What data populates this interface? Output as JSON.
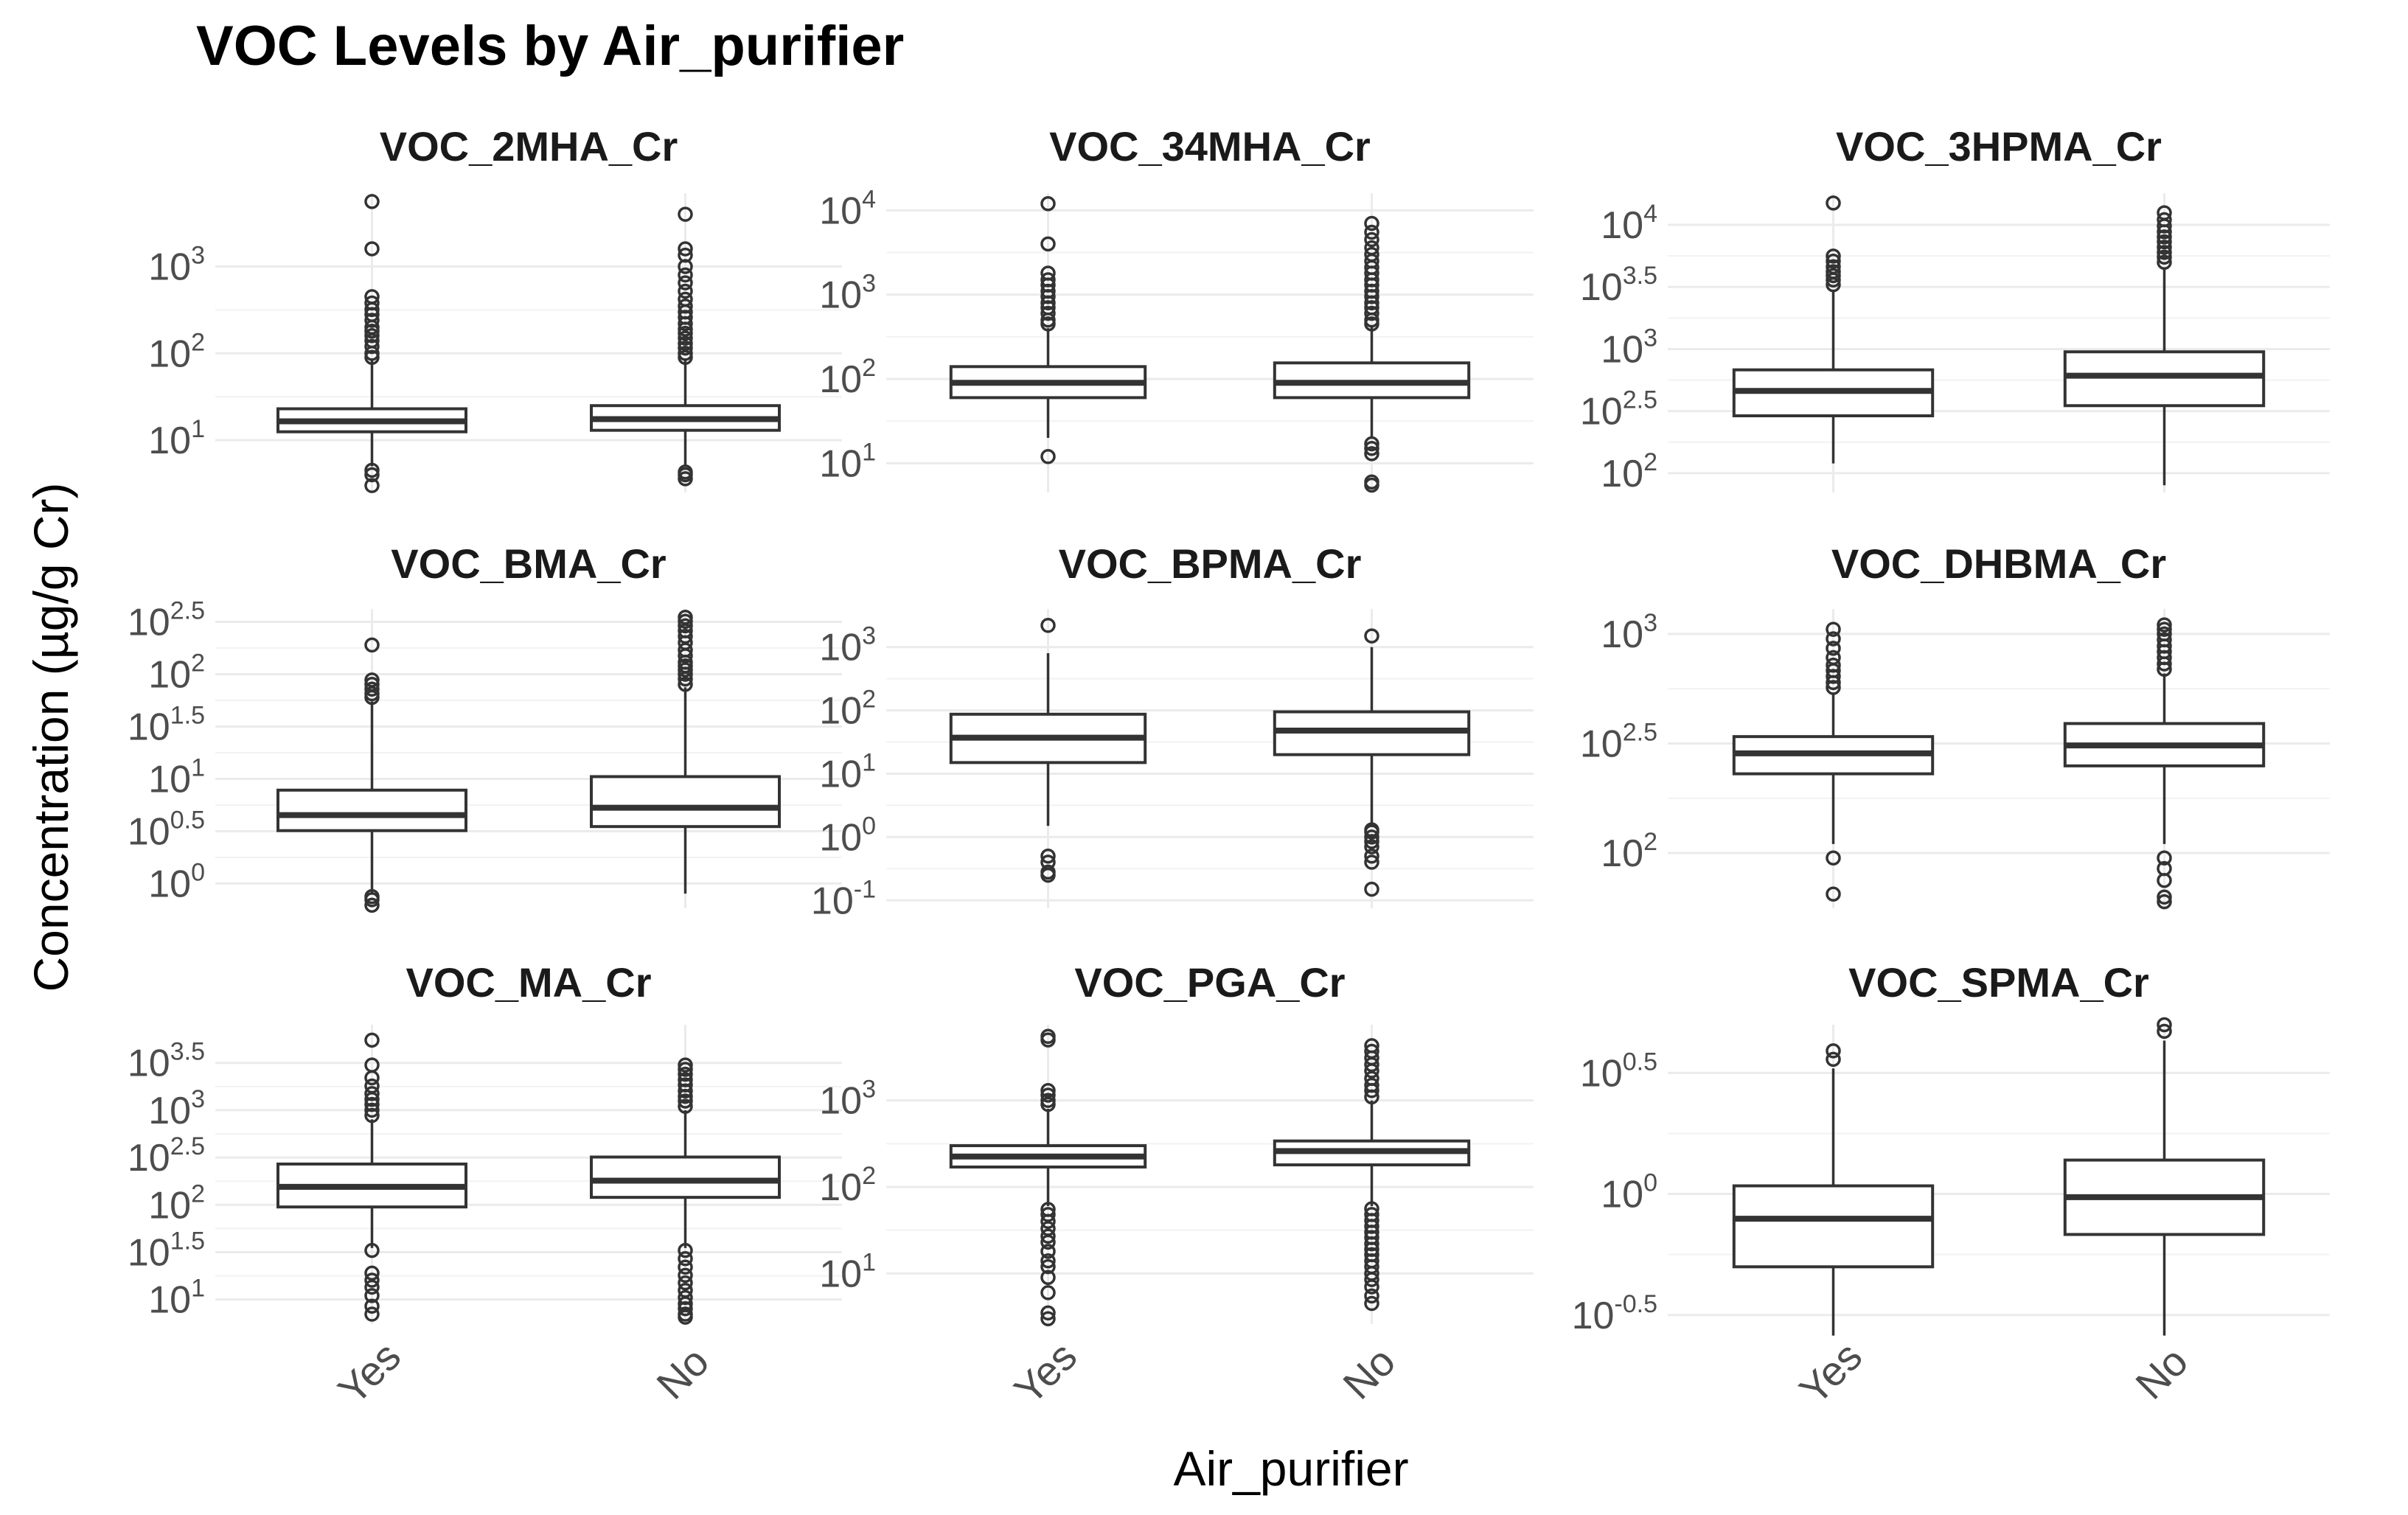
{
  "title": "VOC Levels by Air_purifier",
  "xlabel": "Air_purifier",
  "ylabel": "Concentration (µg/g Cr)",
  "chart_data": [
    {
      "type": "box",
      "facet": "VOC_2MHA_Cr",
      "yscale": "log10",
      "ylim": [
        2.5,
        7000
      ],
      "yticks": [
        {
          "base": "10",
          "exp": "1",
          "value": 10
        },
        {
          "base": "10",
          "exp": "2",
          "value": 100
        },
        {
          "base": "10",
          "exp": "3",
          "value": 1000
        }
      ],
      "categories": [
        "Yes",
        "No"
      ],
      "boxes": [
        {
          "category": "Yes",
          "min": 5,
          "q1": 12.5,
          "median": 16.5,
          "q3": 23,
          "max": 85,
          "outliers": [
            3,
            4,
            4.5,
            90,
            100,
            120,
            140,
            160,
            180,
            200,
            240,
            280,
            320,
            380,
            450,
            1600,
            5600
          ]
        },
        {
          "category": "No",
          "min": 5,
          "q1": 13,
          "median": 17.5,
          "q3": 25,
          "max": 85,
          "outliers": [
            3.6,
            4,
            4.3,
            90,
            100,
            115,
            130,
            150,
            170,
            190,
            220,
            260,
            300,
            350,
            420,
            520,
            650,
            800,
            1000,
            1350,
            1600,
            4000
          ]
        }
      ]
    },
    {
      "type": "box",
      "facet": "VOC_34MHA_Cr",
      "yscale": "log10",
      "ylim": [
        4.5,
        16000
      ],
      "yticks": [
        {
          "base": "10",
          "exp": "1",
          "value": 10
        },
        {
          "base": "10",
          "exp": "2",
          "value": 100
        },
        {
          "base": "10",
          "exp": "3",
          "value": 1000
        },
        {
          "base": "10",
          "exp": "4",
          "value": 10000
        }
      ],
      "categories": [
        "Yes",
        "No"
      ],
      "boxes": [
        {
          "category": "Yes",
          "min": 20,
          "q1": 60,
          "median": 90,
          "q3": 140,
          "max": 400,
          "outliers": [
            12,
            450,
            500,
            600,
            700,
            800,
            950,
            1100,
            1300,
            1500,
            1800,
            4000,
            12000
          ]
        },
        {
          "category": "No",
          "min": 20,
          "q1": 60,
          "median": 90,
          "q3": 155,
          "max": 420,
          "outliers": [
            5.5,
            6,
            13,
            15,
            17,
            450,
            500,
            600,
            700,
            800,
            950,
            1100,
            1300,
            1500,
            1800,
            2100,
            2500,
            3000,
            3600,
            4500,
            5500,
            7000
          ]
        }
      ]
    },
    {
      "type": "box",
      "facet": "VOC_3HPMA_Cr",
      "yscale": "log10",
      "ylim": [
        70,
        18000
      ],
      "yticks": [
        {
          "base": "10",
          "exp": "2",
          "value": 100
        },
        {
          "base": "10",
          "exp": "2.5",
          "value": 316.23
        },
        {
          "base": "10",
          "exp": "3",
          "value": 1000
        },
        {
          "base": "10",
          "exp": "3.5",
          "value": 3162.28
        },
        {
          "base": "10",
          "exp": "4",
          "value": 10000
        }
      ],
      "categories": [
        "Yes",
        "No"
      ],
      "boxes": [
        {
          "category": "Yes",
          "min": 120,
          "q1": 290,
          "median": 460,
          "q3": 680,
          "max": 3000,
          "outliers": [
            3300,
            3600,
            3900,
            4200,
            4600,
            5100,
            5600,
            15000
          ]
        },
        {
          "category": "No",
          "min": 80,
          "q1": 350,
          "median": 610,
          "q3": 950,
          "max": 4500,
          "outliers": [
            5000,
            5500,
            6000,
            6600,
            7300,
            8000,
            8800,
            9800,
            11000,
            12500
          ]
        }
      ]
    },
    {
      "type": "box",
      "facet": "VOC_BMA_Cr",
      "yscale": "log10",
      "ylim": [
        0.58,
        420
      ],
      "yticks": [
        {
          "base": "10",
          "exp": "0",
          "value": 1
        },
        {
          "base": "10",
          "exp": "0.5",
          "value": 3.16
        },
        {
          "base": "10",
          "exp": "1",
          "value": 10
        },
        {
          "base": "10",
          "exp": "1.5",
          "value": 31.62
        },
        {
          "base": "10",
          "exp": "2",
          "value": 100
        },
        {
          "base": "10",
          "exp": "2.5",
          "value": 316.23
        }
      ],
      "categories": [
        "Yes",
        "No"
      ],
      "boxes": [
        {
          "category": "Yes",
          "min": 0.8,
          "q1": 3.2,
          "median": 4.5,
          "q3": 7.8,
          "max": 55,
          "outliers": [
            0.62,
            0.7,
            0.75,
            60,
            65,
            72,
            80,
            88,
            190
          ]
        },
        {
          "category": "No",
          "min": 0.8,
          "q1": 3.5,
          "median": 5.3,
          "q3": 10.5,
          "max": 75,
          "outliers": [
            80,
            90,
            100,
            110,
            120,
            130,
            150,
            170,
            200,
            230,
            260,
            290,
            320,
            350
          ]
        }
      ]
    },
    {
      "type": "box",
      "facet": "VOC_BPMA_Cr",
      "yscale": "log10",
      "ylim": [
        0.075,
        4000
      ],
      "yticks": [
        {
          "base": "10",
          "exp": "-1",
          "value": 0.1
        },
        {
          "base": "10",
          "exp": "0",
          "value": 1
        },
        {
          "base": "10",
          "exp": "1",
          "value": 10
        },
        {
          "base": "10",
          "exp": "2",
          "value": 100
        },
        {
          "base": "10",
          "exp": "3",
          "value": 1000
        }
      ],
      "categories": [
        "Yes",
        "No"
      ],
      "boxes": [
        {
          "category": "Yes",
          "min": 1.5,
          "q1": 15,
          "median": 37,
          "q3": 87,
          "max": 800,
          "outliers": [
            0.25,
            0.28,
            0.4,
            0.5,
            2200
          ]
        },
        {
          "category": "No",
          "min": 1.5,
          "q1": 20,
          "median": 48,
          "q3": 95,
          "max": 1000,
          "outliers": [
            0.15,
            0.4,
            0.5,
            0.7,
            0.85,
            1.0,
            1.2,
            1.3,
            1500
          ]
        }
      ]
    },
    {
      "type": "box",
      "facet": "VOC_DHBMA_Cr",
      "yscale": "log10",
      "ylim": [
        56,
        1300
      ],
      "yticks": [
        {
          "base": "10",
          "exp": "2",
          "value": 100
        },
        {
          "base": "10",
          "exp": "2.5",
          "value": 316.23
        },
        {
          "base": "10",
          "exp": "3",
          "value": 1000
        }
      ],
      "categories": [
        "Yes",
        "No"
      ],
      "boxes": [
        {
          "category": "Yes",
          "min": 110,
          "q1": 230,
          "median": 285,
          "q3": 340,
          "max": 540,
          "outliers": [
            65,
            95,
            570,
            600,
            640,
            680,
            720,
            780,
            860,
            950,
            1050
          ]
        },
        {
          "category": "No",
          "min": 110,
          "q1": 250,
          "median": 310,
          "q3": 390,
          "max": 660,
          "outliers": [
            60,
            63,
            75,
            85,
            95,
            690,
            730,
            780,
            830,
            880,
            940,
            1000,
            1050,
            1100
          ]
        }
      ]
    },
    {
      "type": "box",
      "facet": "VOC_MA_Cr",
      "yscale": "log10",
      "ylim": [
        5.5,
        8000
      ],
      "yticks": [
        {
          "base": "10",
          "exp": "1",
          "value": 10
        },
        {
          "base": "10",
          "exp": "1.5",
          "value": 31.62
        },
        {
          "base": "10",
          "exp": "2",
          "value": 100
        },
        {
          "base": "10",
          "exp": "2.5",
          "value": 316.23
        },
        {
          "base": "10",
          "exp": "3",
          "value": 1000
        },
        {
          "base": "10",
          "exp": "3.5",
          "value": 3162.28
        }
      ],
      "categories": [
        "Yes",
        "No"
      ],
      "boxes": [
        {
          "category": "Yes",
          "min": 35,
          "q1": 95,
          "median": 155,
          "q3": 270,
          "max": 800,
          "outliers": [
            7,
            8.5,
            11,
            13.5,
            16,
            19,
            33,
            880,
            1000,
            1150,
            1300,
            1500,
            1800,
            2200,
            3000,
            5500
          ]
        },
        {
          "category": "No",
          "min": 35,
          "q1": 120,
          "median": 180,
          "q3": 320,
          "max": 1000,
          "outliers": [
            6.5,
            7,
            8,
            9,
            10.5,
            12.5,
            15,
            18,
            22,
            27,
            33,
            1100,
            1250,
            1400,
            1600,
            1850,
            2100,
            2400,
            2700,
            3000
          ]
        }
      ]
    },
    {
      "type": "box",
      "facet": "VOC_PGA_Cr",
      "yscale": "log10",
      "ylim": [
        2.6,
        7500
      ],
      "yticks": [
        {
          "base": "10",
          "exp": "1",
          "value": 10
        },
        {
          "base": "10",
          "exp": "2",
          "value": 100
        },
        {
          "base": "10",
          "exp": "3",
          "value": 1000
        }
      ],
      "categories": [
        "Yes",
        "No"
      ],
      "boxes": [
        {
          "category": "Yes",
          "min": 60,
          "q1": 170,
          "median": 225,
          "q3": 300,
          "max": 800,
          "outliers": [
            3,
            3.5,
            6,
            9,
            12,
            14,
            18,
            23,
            27,
            33,
            40,
            48,
            55,
            900,
            1000,
            1150,
            1300,
            5000,
            5500
          ]
        },
        {
          "category": "No",
          "min": 60,
          "q1": 180,
          "median": 260,
          "q3": 340,
          "max": 1000,
          "outliers": [
            4.5,
            5.5,
            7,
            8.5,
            10,
            12,
            14,
            16.5,
            19,
            22,
            26,
            30,
            35,
            41,
            48,
            56,
            1100,
            1300,
            1500,
            1800,
            2200,
            2600,
            3100,
            3700,
            4300
          ]
        }
      ]
    },
    {
      "type": "box",
      "facet": "VOC_SPMA_Cr",
      "yscale": "log10",
      "ylim": [
        0.29,
        5.0
      ],
      "yticks": [
        {
          "base": "10",
          "exp": "-0.5",
          "value": 0.316
        },
        {
          "base": "10",
          "exp": "0",
          "value": 1
        },
        {
          "base": "10",
          "exp": "0.5",
          "value": 3.16
        }
      ],
      "categories": [
        "Yes",
        "No"
      ],
      "boxes": [
        {
          "category": "Yes",
          "min": 0.26,
          "q1": 0.5,
          "median": 0.79,
          "q3": 1.08,
          "max": 3.3,
          "outliers": [
            3.6,
            3.9
          ]
        },
        {
          "category": "No",
          "min": 0.26,
          "q1": 0.68,
          "median": 0.97,
          "q3": 1.38,
          "max": 4.3,
          "outliers": [
            4.7,
            5.0
          ]
        }
      ]
    }
  ]
}
